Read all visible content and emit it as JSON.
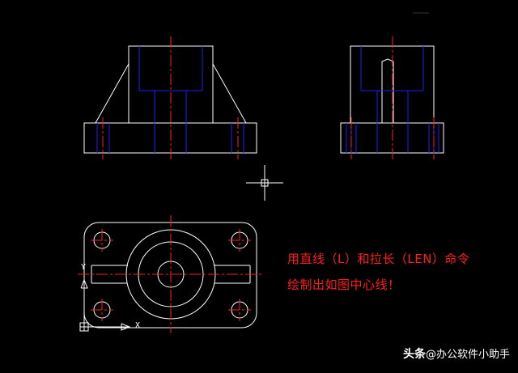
{
  "annotation": {
    "line1": "用直线（L）和拉长（LEN）命令",
    "line2": "绘制出如图中心线！"
  },
  "watermark": {
    "prefix": "头条",
    "handle": "@办公软件小助手"
  },
  "ucs": {
    "x_label": "X",
    "y_label": "Y"
  },
  "colors": {
    "background": "#000000",
    "outline": "#ffffff",
    "hidden": "#1e1eff",
    "center": "#ff2020",
    "text": "#ff1e1e"
  }
}
